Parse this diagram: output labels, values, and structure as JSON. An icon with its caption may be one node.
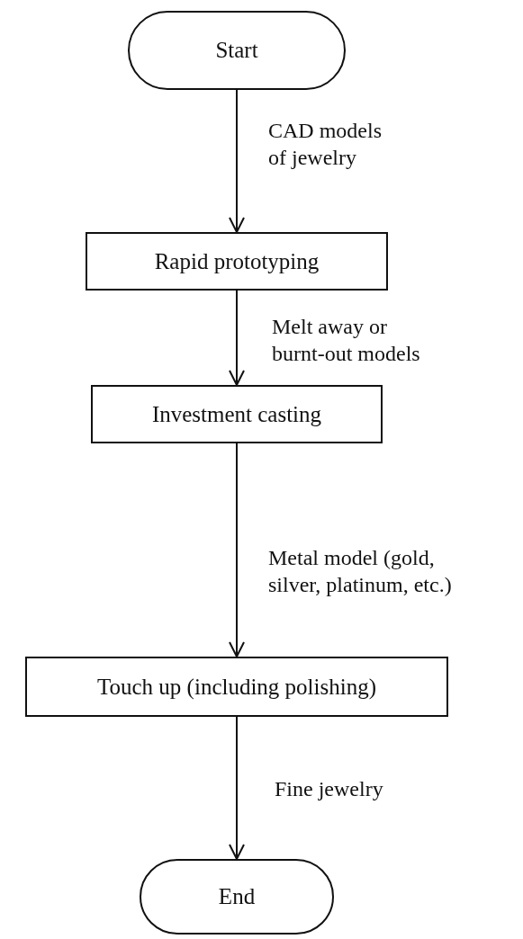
{
  "diagram": {
    "nodes": [
      {
        "text": [
          "Start"
        ]
      },
      {
        "text": [
          "Rapid prototyping"
        ]
      },
      {
        "text": [
          "Investment casting"
        ]
      },
      {
        "text": [
          "Touch up (including polishing)"
        ]
      },
      {
        "text": [
          "End"
        ]
      }
    ],
    "edges": [
      {
        "from": 0,
        "to": 1,
        "arrow": "to",
        "label": "CAD models of jewelry"
      },
      {
        "from": 1,
        "to": 2,
        "arrow": "to",
        "label": "Melt away or burnt-out models"
      },
      {
        "from": 2,
        "to": 3,
        "arrow": "to",
        "label": "Metal model (gold, silver, platinum, etc.)"
      },
      {
        "from": 3,
        "to": 4,
        "arrow": "to",
        "label": "Fine jewelry"
      }
    ]
  }
}
